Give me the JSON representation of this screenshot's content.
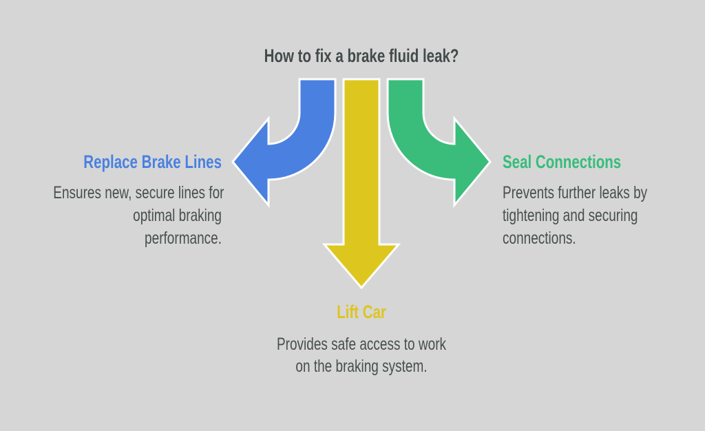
{
  "title": "How to fix a brake fluid leak?",
  "colors": {
    "background": "#d6d6d6",
    "blue": "#4a81e0",
    "yellow": "#ddc71e",
    "green": "#3abc7a",
    "text_dark": "#474e4e",
    "arrow_outline": "#ffffff"
  },
  "steps": {
    "left": {
      "label": "Replace Brake Lines",
      "description_lines": [
        "Ensures new, secure lines for",
        "optimal braking",
        "performance."
      ]
    },
    "center": {
      "label": "Lift Car",
      "description_lines": [
        "Provides safe access to work",
        "on the braking system."
      ]
    },
    "right": {
      "label": "Seal Connections",
      "description_lines": [
        "Prevents further leaks by",
        "tightening and securing",
        "connections."
      ]
    }
  }
}
